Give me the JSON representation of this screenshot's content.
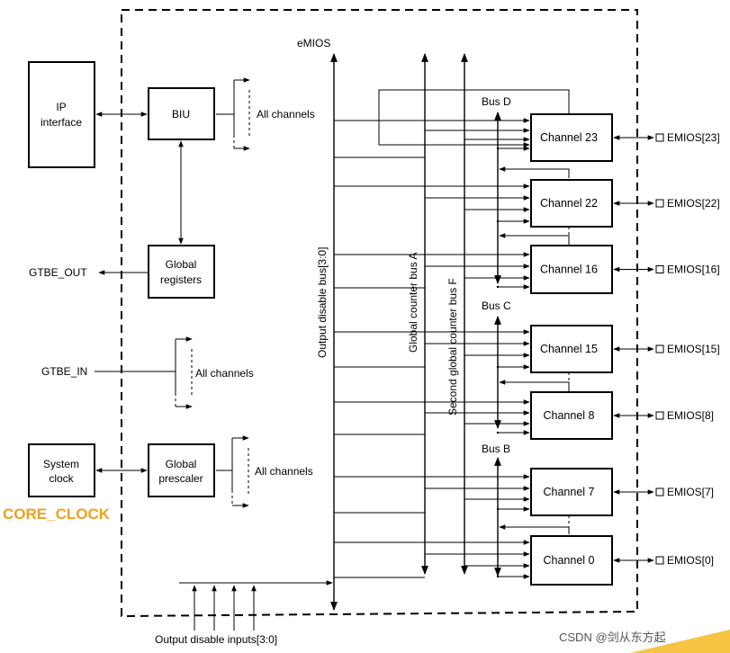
{
  "diagram": {
    "emios_label": "eMIOS",
    "ip_interface": [
      "IP",
      "interface"
    ],
    "biu": "BIU",
    "global_registers": [
      "Global",
      "registers"
    ],
    "system_clock": [
      "System",
      "clock"
    ],
    "global_prescaler": [
      "Global",
      "prescaler"
    ],
    "all_channels": "All channels",
    "gtbe_out": "GTBE_OUT",
    "gtbe_in": "GTBE_IN",
    "output_disable_bus": "Output disable bus[3:0]",
    "global_counter_bus_a": "Global counter bus A",
    "second_global_counter_bus_f": "Second global counter bus F",
    "bus_d": "Bus D",
    "bus_c": "Bus C",
    "bus_b": "Bus B",
    "channels": [
      {
        "label": "Channel 23",
        "pin": "EMIOS[23]"
      },
      {
        "label": "Channel 22",
        "pin": "EMIOS[22]"
      },
      {
        "label": "Channel 16",
        "pin": "EMIOS[16]"
      },
      {
        "label": "Channel 15",
        "pin": "EMIOS[15]"
      },
      {
        "label": "Channel 8",
        "pin": "EMIOS[8]"
      },
      {
        "label": "Channel 7",
        "pin": "EMIOS[7]"
      },
      {
        "label": "Channel 0",
        "pin": "EMIOS[0]"
      }
    ],
    "output_disable_inputs": "Output disable inputs[3:0]",
    "core_clock": "CORE_CLOCK",
    "watermark": "CSDN @剑从东方起"
  },
  "colors": {
    "line": "#000000",
    "core_clock": "#f0a020",
    "watermark_bg": "#f6c343"
  }
}
